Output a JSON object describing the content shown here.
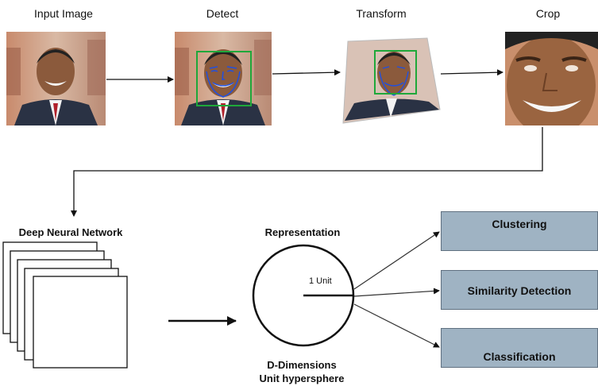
{
  "stages": {
    "input": "Input Image",
    "detect": "Detect",
    "transform": "Transform",
    "crop": "Crop"
  },
  "network": {
    "title": "Deep Neural Network"
  },
  "representation": {
    "title": "Representation",
    "unit_label": "1 Unit",
    "caption_line1": "D-Dimensions",
    "caption_line2": "Unit hypersphere"
  },
  "outputs": [
    {
      "label": "Clustering"
    },
    {
      "label": "Similarity Detection"
    },
    {
      "label": "Classification"
    }
  ],
  "colors": {
    "box_fill": "#9fb3c3",
    "detect_box": "#1fa83a",
    "landmarks": "#2050e0"
  }
}
